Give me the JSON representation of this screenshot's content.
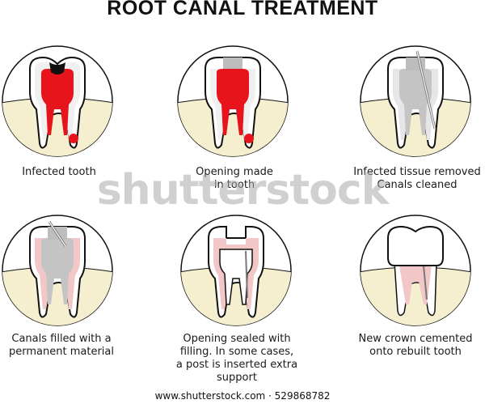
{
  "title": "ROOT CANAL TREATMENT",
  "steps": [
    {
      "caption_lines": [
        "Infected tooth"
      ]
    },
    {
      "caption_lines": [
        "Opening made",
        "in tooth"
      ]
    },
    {
      "caption_lines": [
        "Infected tissue removed",
        "Canals cleaned"
      ]
    },
    {
      "caption_lines": [
        "Canals filled with a",
        "permanent material"
      ]
    },
    {
      "caption_lines": [
        "Opening sealed with",
        "filling. In some cases,",
        "a post is inserted extra",
        "support"
      ]
    },
    {
      "caption_lines": [
        "New crown cemented",
        "onto rebuilt tooth"
      ]
    }
  ],
  "watermark": "shutterstock",
  "footer": "www.shutterstock.com · 529868782",
  "colors": {
    "pulp": "#e8141c",
    "gum": "#f6efcf",
    "enamel_outline": "#111111",
    "cleaned_pulp": "#c4c4c4",
    "pink_tissue": "#f2c7c7"
  }
}
